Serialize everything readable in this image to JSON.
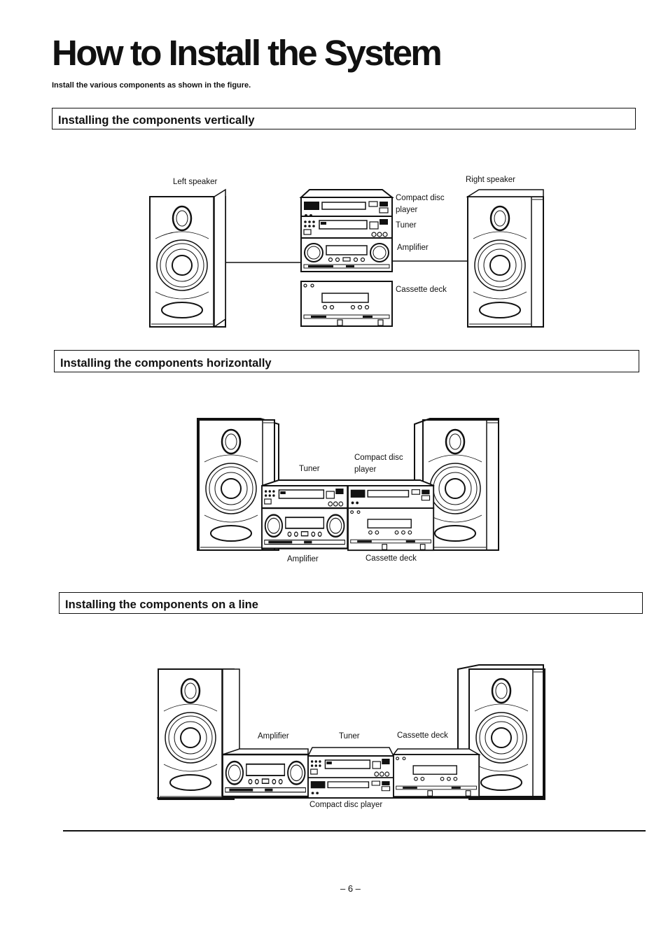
{
  "page": {
    "title": "How to Install the System",
    "intro": "Install the various components as shown in the figure.",
    "page_number": "– 6 –"
  },
  "sections": [
    {
      "heading": "Installing the components vertically",
      "labels": {
        "left_speaker": "Left speaker",
        "right_speaker": "Right speaker",
        "cd_line1": "Compact disc",
        "cd_line2": "player",
        "tuner": "Tuner",
        "amplifier": "Amplifier",
        "cassette": "Cassette deck"
      }
    },
    {
      "heading": "Installing the components horizontally",
      "labels": {
        "tuner": "Tuner",
        "cd_line1": "Compact disc",
        "cd_line2": "player",
        "amplifier": "Amplifier",
        "cassette": "Cassette deck"
      }
    },
    {
      "heading": "Installing the components on a line",
      "labels": {
        "amplifier": "Amplifier",
        "tuner": "Tuner",
        "cassette": "Cassette deck",
        "cd": "Compact disc player"
      }
    }
  ]
}
